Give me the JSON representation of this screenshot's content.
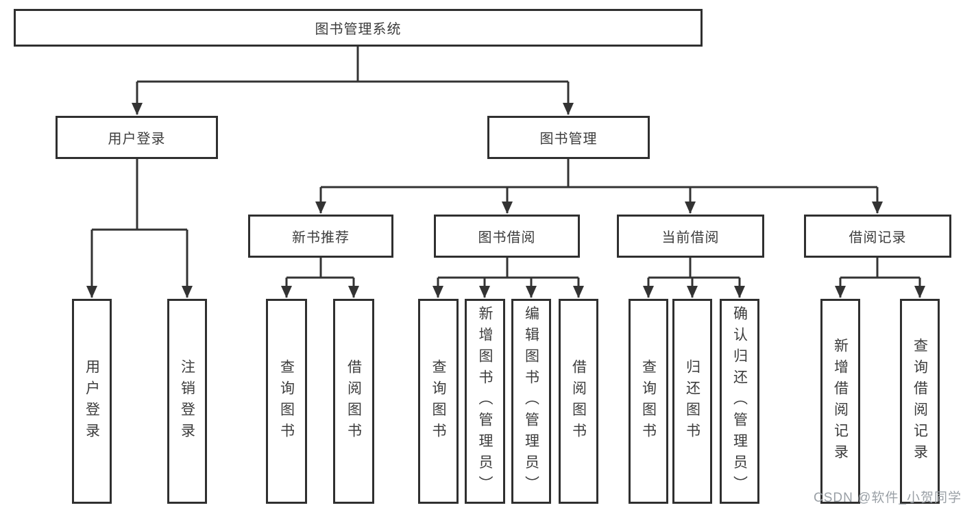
{
  "nodes": {
    "root": {
      "label": "图书管理系统"
    },
    "branches": [
      {
        "label": "用户登录"
      },
      {
        "label": "图书管理"
      }
    ],
    "modules": [
      {
        "label": "新书推荐"
      },
      {
        "label": "图书借阅"
      },
      {
        "label": "当前借阅"
      },
      {
        "label": "借阅记录"
      }
    ],
    "leaves": [
      {
        "label": "用户登录"
      },
      {
        "label": "注销登录"
      },
      {
        "label": "查询图书"
      },
      {
        "label": "借阅图书"
      },
      {
        "label": "查询图书"
      },
      {
        "label": "新增图书（管理员）"
      },
      {
        "label": "编辑图书（管理员）"
      },
      {
        "label": "借阅图书"
      },
      {
        "label": "查询图书"
      },
      {
        "label": "归还图书"
      },
      {
        "label": "确认归还（管理员）"
      },
      {
        "label": "新增借阅记录"
      },
      {
        "label": "查询借阅记录"
      }
    ]
  },
  "hierarchy": {
    "图书管理系统": {
      "用户登录": [
        "用户登录",
        "注销登录"
      ],
      "图书管理": {
        "新书推荐": [
          "查询图书",
          "借阅图书"
        ],
        "图书借阅": [
          "查询图书",
          "新增图书（管理员）",
          "编辑图书（管理员）",
          "借阅图书"
        ],
        "当前借阅": [
          "查询图书",
          "归还图书",
          "确认归还（管理员）"
        ],
        "借阅记录": [
          "新增借阅记录",
          "查询借阅记录"
        ]
      }
    }
  },
  "watermark": {
    "text": "CSDN @软件_小贺同学",
    "color": "#9aa0a6"
  },
  "colors": {
    "line": "#333333",
    "box_border": "#2f2f2f",
    "box_background": "#ffffff",
    "text": "#3c3c3c",
    "page_background": "#ffffff"
  }
}
